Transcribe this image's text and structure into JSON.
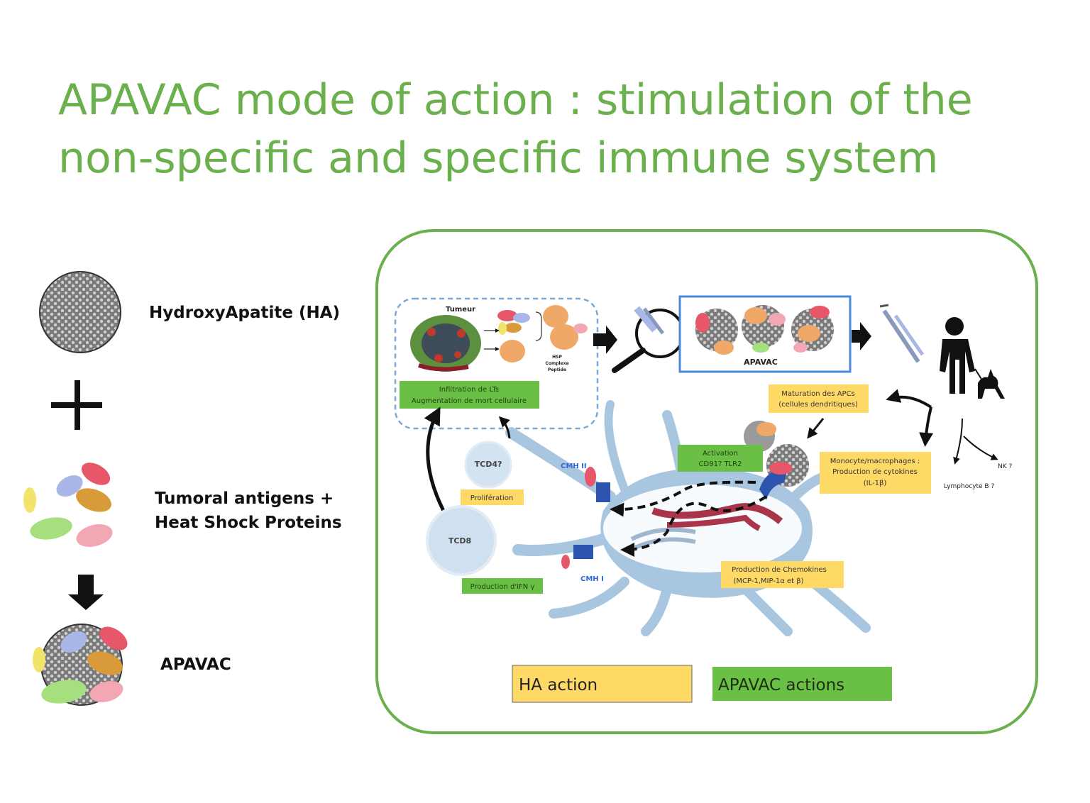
{
  "title": {
    "line1": "APAVAC mode of action : stimulation of the",
    "line2": "non-specific and specific immune system"
  },
  "legend_left": {
    "ha_label": "HydroxyApatite (HA)",
    "antigens_line1": "Tumoral antigens +",
    "antigens_line2": "Heat Shock Proteins",
    "apavac_label": "APAVAC"
  },
  "diagram": {
    "tumeur": "Tumeur",
    "hsp_line1": "HSP",
    "hsp_line2": "Complexe",
    "hsp_line3": "Peptide",
    "infiltration_line1": "Infiltration de LTs",
    "infiltration_line2": "Augmentation de mort cellulaire",
    "apavac_box": "APAVAC",
    "maturation_line1": "Maturation des APCs",
    "maturation_line2": "(cellules dendritiques)",
    "activation_line1": "Activation",
    "activation_line2": "CD91? TLR2",
    "monocyte_line1": "Monocyte/macrophages :",
    "monocyte_line2": "Production de cytokines",
    "monocyte_line3": "(IL-1β)",
    "nk": "NK ?",
    "lymphocyte_b": "Lymphocyte B ?",
    "tcd4": "TCD4?",
    "cmh2": "CMH II",
    "proliferation": "Prolifération",
    "tcd8": "TCD8",
    "chemokines_line1": "Production de Chemokines",
    "chemokines_line2": "(MCP-1,MIP-1α et β)",
    "ifn": "Production d'IFN γ",
    "cmh1": "CMH I"
  },
  "legend_boxes": {
    "ha_action": "HA action",
    "apavac_actions": "APAVAC actions"
  },
  "colors": {
    "title_green": "#6ab04c",
    "frame_green": "#6ab04c",
    "ha_yellow": "#ffd966",
    "apavac_green": "#6abf45",
    "cell_blue": "#a9c6e1"
  }
}
